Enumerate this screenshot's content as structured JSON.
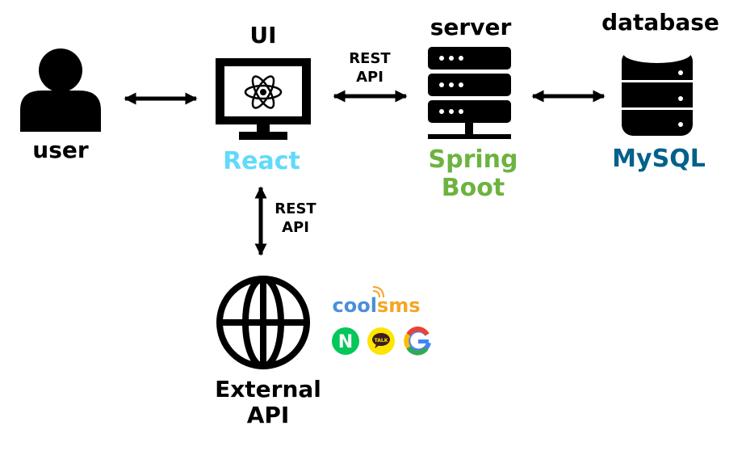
{
  "nodes": {
    "user": {
      "label": "user",
      "icon": "person-icon"
    },
    "ui": {
      "title": "UI",
      "tech": "React",
      "icon": "monitor-icon",
      "tech_color": "#61dafb"
    },
    "server": {
      "title": "server",
      "tech_line1": "Spring",
      "tech_line2": "Boot",
      "icon": "server-rack-icon",
      "tech_color": "#6db33f"
    },
    "database": {
      "title": "database",
      "tech": "MySQL",
      "icon": "database-icon",
      "tech_color": "#00618a"
    },
    "external": {
      "line1": "External",
      "line2": "API",
      "icon": "globe-icon"
    }
  },
  "connections": {
    "ui_server": {
      "line1": "REST",
      "line2": "API"
    },
    "ui_external": {
      "line1": "REST",
      "line2": "API"
    }
  },
  "logos": {
    "coolsms": "coolsms",
    "naver": "N",
    "kakao": "TALK",
    "google": "G"
  }
}
